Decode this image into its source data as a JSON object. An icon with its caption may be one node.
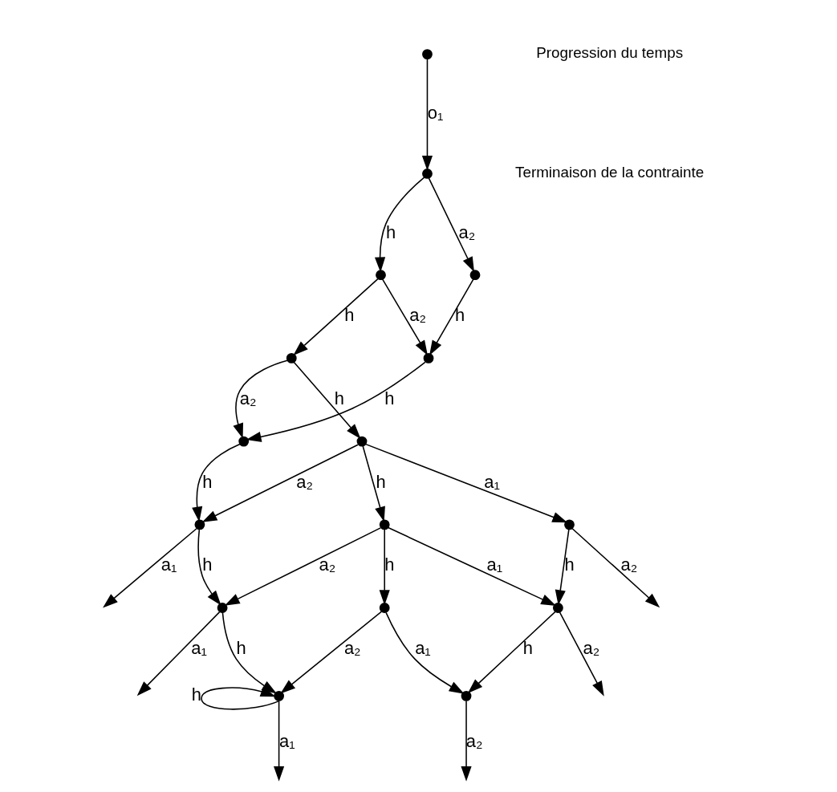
{
  "diagram": {
    "nodes": [
      {
        "text": [],
        "shape": "circle"
      },
      {
        "text": [],
        "shape": "circle"
      },
      {
        "text": [],
        "shape": "circle"
      },
      {
        "text": [],
        "shape": "circle"
      },
      {
        "text": [],
        "shape": "circle"
      },
      {
        "text": [],
        "shape": "circle"
      },
      {
        "text": [],
        "shape": "circle"
      },
      {
        "text": [],
        "shape": "circle"
      },
      {
        "text": [],
        "shape": "circle"
      },
      {
        "text": [],
        "shape": "circle"
      },
      {
        "text": [],
        "shape": "circle"
      },
      {
        "text": [],
        "shape": "circle"
      },
      {
        "text": [],
        "shape": "circle"
      },
      {
        "text": [],
        "shape": "circle"
      },
      {
        "text": [],
        "shape": "circle"
      },
      {
        "text": [],
        "shape": "circle"
      }
    ],
    "edges": [
      {
        "from": 0,
        "to": 1,
        "arrow": "to",
        "label": "o₁"
      },
      {
        "from": 1,
        "to": 3,
        "arrow": "to",
        "label": "a₂"
      },
      {
        "from": 1,
        "to": 2,
        "arrow": "to",
        "label": "h"
      },
      {
        "from": 3,
        "to": 5,
        "arrow": "to",
        "label": "h"
      },
      {
        "from": 2,
        "to": 5,
        "arrow": "to",
        "label": "a₂"
      },
      {
        "from": 2,
        "to": 4,
        "arrow": "to",
        "label": "h"
      },
      {
        "from": 5,
        "to": 7,
        "arrow": "to",
        "label": "h"
      },
      {
        "from": 4,
        "to": 7,
        "arrow": "to",
        "label": "a₂"
      },
      {
        "from": 4,
        "to": 6,
        "arrow": "to",
        "label": "h"
      },
      {
        "from": 6,
        "to": 8,
        "arrow": "to",
        "label": "a₁"
      },
      {
        "from": 7,
        "to": 10,
        "arrow": "to",
        "label": "h"
      },
      {
        "from": 6,
        "to": 10,
        "arrow": "to",
        "label": "a₂"
      },
      {
        "from": 6,
        "to": 9,
        "arrow": "to",
        "label": "h"
      },
      {
        "from": 8,
        "to": null,
        "arrow": "to",
        "label": "a₂"
      },
      {
        "from": 8,
        "to": 11,
        "arrow": "to",
        "label": "h"
      },
      {
        "from": 9,
        "to": 11,
        "arrow": "to",
        "label": "a₁"
      },
      {
        "from": 9,
        "to": 13,
        "arrow": "to",
        "label": "a₂"
      },
      {
        "from": 9,
        "to": 12,
        "arrow": "to",
        "label": "h"
      },
      {
        "from": 10,
        "to": null,
        "arrow": "to",
        "label": "a₁"
      },
      {
        "from": 10,
        "to": 13,
        "arrow": "to",
        "label": "h"
      },
      {
        "from": 11,
        "to": null,
        "arrow": "to",
        "label": "a₂"
      },
      {
        "from": 11,
        "to": 14,
        "arrow": "to",
        "label": "h"
      },
      {
        "from": 12,
        "to": 14,
        "arrow": "to",
        "label": "a₁"
      },
      {
        "from": 12,
        "to": 15,
        "arrow": "to",
        "label": "a₂"
      },
      {
        "from": 13,
        "to": null,
        "arrow": "to",
        "label": "a₁"
      },
      {
        "from": 13,
        "to": 15,
        "arrow": "to",
        "label": "h"
      },
      {
        "from": 14,
        "to": null,
        "arrow": "to",
        "label": "a₂"
      },
      {
        "from": 15,
        "to": 15,
        "arrow": "to",
        "label": "h"
      },
      {
        "from": 15,
        "to": null,
        "arrow": "to",
        "label": "a₁"
      }
    ],
    "legend": [
      {
        "text": "Progression du temps"
      },
      {
        "text": "Terminaison de la contrainte"
      }
    ]
  }
}
